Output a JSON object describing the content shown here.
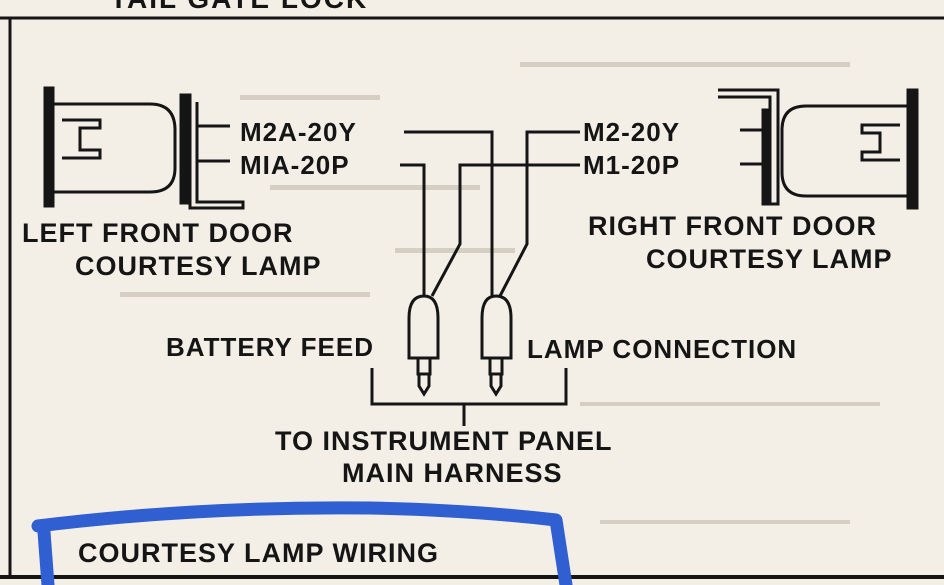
{
  "header_text": "TAIL GATE LOCK",
  "caption": "COURTESY LAMP WIRING",
  "left_lamp": {
    "line1": "LEFT FRONT DOOR",
    "line2": "COURTESY LAMP"
  },
  "right_lamp": {
    "line1": "RIGHT FRONT DOOR",
    "line2": "COURTESY LAMP"
  },
  "wires": {
    "left_top": "M2A-20Y",
    "left_bottom": "MIA-20P",
    "right_top": "M2-20Y",
    "right_bottom": "M1-20P"
  },
  "connectors": {
    "battery_feed": "BATTERY FEED",
    "lamp_connection": "LAMP CONNECTION"
  },
  "harness": {
    "line1": "TO INSTRUMENT PANEL",
    "line2": "MAIN HARNESS"
  },
  "colors": {
    "ink": "#151515",
    "paper": "#f3efe6",
    "marker": "#2f5fd0"
  }
}
